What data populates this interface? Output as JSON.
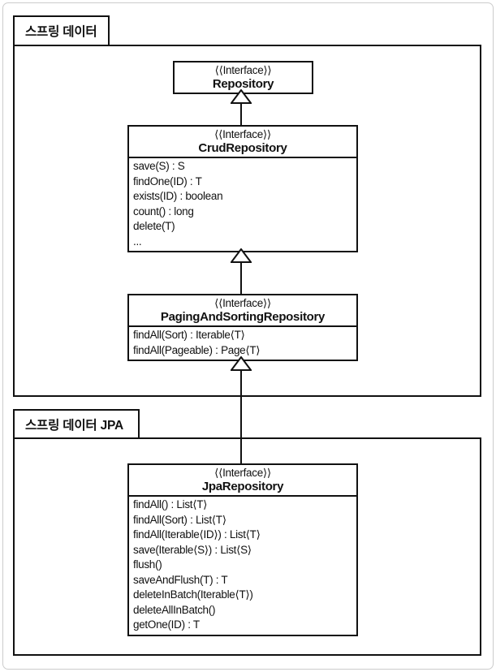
{
  "frames": {
    "spring_data": {
      "label": "스프링 데이터"
    },
    "spring_data_jpa": {
      "label": "스프링 데이터 JPA"
    }
  },
  "classes": {
    "repository": {
      "stereotype": "⟨⟨Interface⟩⟩",
      "name": "Repository",
      "methods": []
    },
    "crud_repository": {
      "stereotype": "⟨⟨Interface⟩⟩",
      "name": "CrudRepository",
      "methods": [
        "save(S) : S",
        "findOne(ID) : T",
        "exists(ID) : boolean",
        "count() : long",
        "delete(T)",
        "..."
      ]
    },
    "paging_and_sorting_repository": {
      "stereotype": "⟨⟨Interface⟩⟩",
      "name": "PagingAndSortingRepository",
      "methods": [
        "findAll(Sort) : Iterable⟨T⟩",
        "findAll(Pageable) : Page⟨T⟩"
      ]
    },
    "jpa_repository": {
      "stereotype": "⟨⟨Interface⟩⟩",
      "name": "JpaRepository",
      "methods": [
        "findAll() : List⟨T⟩",
        "findAll(Sort) : List⟨T⟩",
        "findAll(Iterable⟨ID⟩) : List⟨T⟩",
        "save(Iterable⟨S⟩) : List⟨S⟩",
        "flush()",
        "saveAndFlush(T) : T",
        "deleteInBatch(Iterable⟨T⟩)",
        "deleteAllInBatch()",
        "getOne(ID) : T"
      ]
    }
  },
  "colors": {
    "line": "#111111",
    "background": "#ffffff",
    "page_border": "#cccccc"
  }
}
